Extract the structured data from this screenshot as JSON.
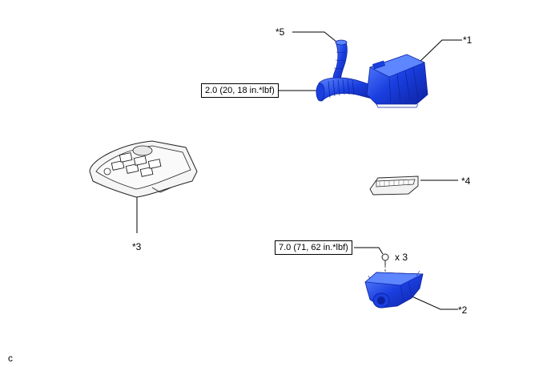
{
  "callouts": {
    "part1": "*1",
    "part2": "*2",
    "part3": "*3",
    "part4": "*4",
    "part5": "*5"
  },
  "torque": {
    "air_cleaner_hose": "2.0 (20, 18 in.*lbf)",
    "air_cleaner_bracket": "7.0 (71, 62 in.*lbf)"
  },
  "bolt_qty": "x 3",
  "figure_code": "c",
  "colors": {
    "part_fill": "#1a3fe0",
    "part_shadow": "#0d22a0",
    "part_highlight": "#5d86ff",
    "cover_fill": "#f5f5f5",
    "cover_stroke": "#222222"
  },
  "icons": [
    "air-cleaner-case-icon",
    "air-cleaner-hose-icon",
    "engine-cover-icon",
    "air-filter-element-icon",
    "air-cleaner-bracket-icon",
    "bolt-icon"
  ]
}
